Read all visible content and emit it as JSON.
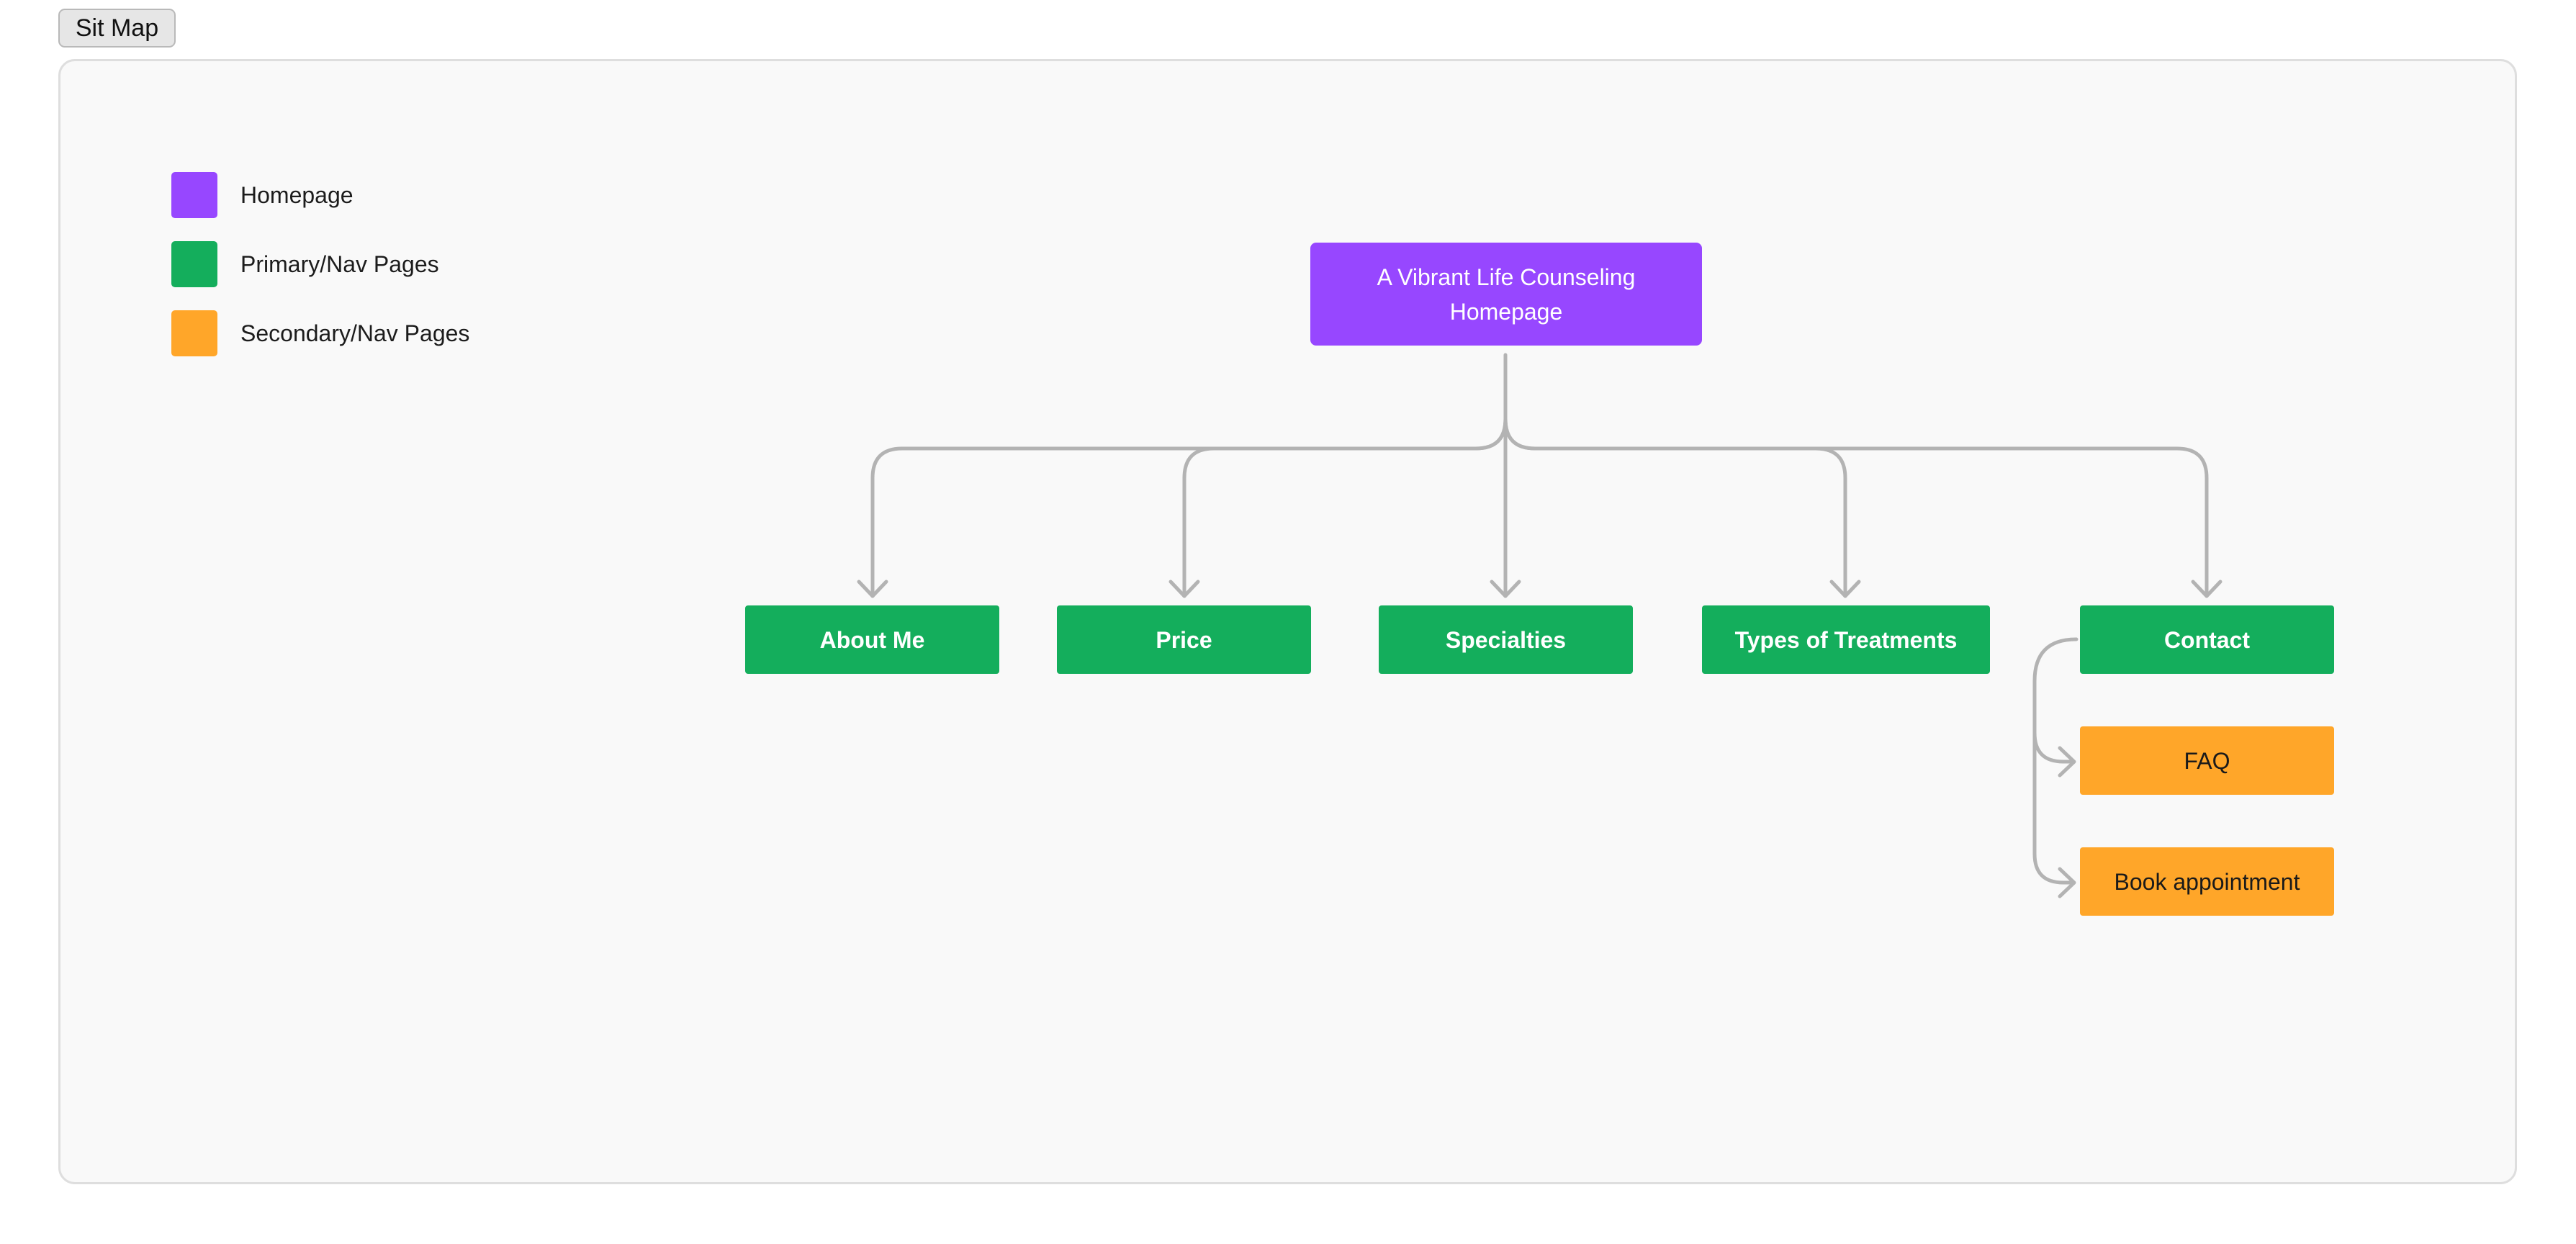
{
  "frame": {
    "title": "Sit Map"
  },
  "colors": {
    "homepage": "#9747ff",
    "primary": "#14ae5c",
    "secondary": "#ffa629",
    "connector": "#b3b3b3",
    "canvas_bg": "#f9f9f9"
  },
  "legend": [
    {
      "label": "Homepage",
      "color": "#9747ff"
    },
    {
      "label": "Primary/Nav Pages",
      "color": "#14ae5c"
    },
    {
      "label": "Secondary/Nav Pages",
      "color": "#ffa629"
    }
  ],
  "sitemap": {
    "root": {
      "label": "A Vibrant Life Counseling Homepage",
      "level": "homepage"
    },
    "primary": [
      {
        "label": "About Me",
        "level": "primary"
      },
      {
        "label": "Price",
        "level": "primary"
      },
      {
        "label": "Specialties",
        "level": "primary"
      },
      {
        "label": "Types of Treatments",
        "level": "primary"
      },
      {
        "label": "Contact",
        "level": "primary"
      }
    ],
    "secondary": [
      {
        "label": "FAQ",
        "level": "secondary",
        "parent": "Contact"
      },
      {
        "label": "Book appointment",
        "level": "secondary",
        "parent": "Contact"
      }
    ]
  }
}
